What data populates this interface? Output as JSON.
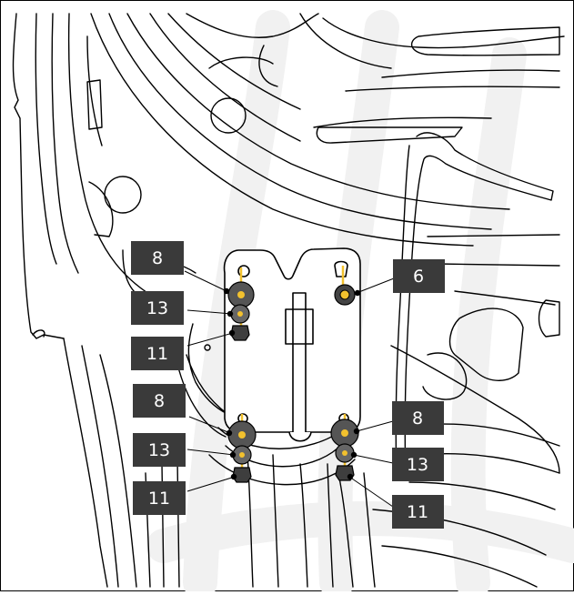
{
  "callouts": {
    "c8_top": "8",
    "c13_top": "13",
    "c11_top": "11",
    "c8_mid": "8",
    "c13_mid": "13",
    "c11_mid": "11",
    "c6": "6",
    "c8_right": "8",
    "c13_right": "13",
    "c11_right": "11"
  },
  "colors": {
    "callout_fill": "#3a3a3a",
    "leader": "#000000",
    "bolt_axis": "#f2c12e",
    "fastener": "#4a4a4a",
    "watermark": "#f3f3f3"
  }
}
